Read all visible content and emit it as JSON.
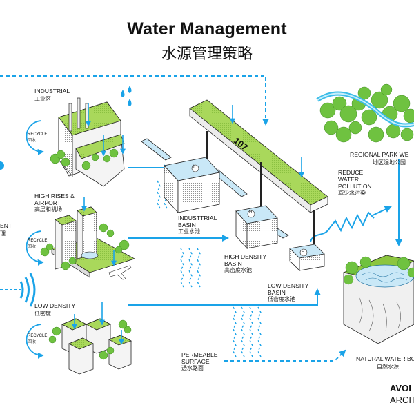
{
  "title": {
    "en": "Water Management",
    "zh": "水源管理策略"
  },
  "labels": {
    "industrial": {
      "en": "INDUSTRIAL",
      "zh": "工业区"
    },
    "highrise": {
      "en1": "HIGH RISES &",
      "en2": "AIRPORT",
      "zh": "高层和机场"
    },
    "lowdensity": {
      "en": "LOW DENSITY",
      "zh": "低密度"
    },
    "recycle": {
      "en": "RECYCLE",
      "zh": "回收"
    },
    "ind_basin": {
      "en1": "INDUSTTRIAL",
      "en2": "BASIN",
      "zh": "工业水池"
    },
    "hd_basin": {
      "en1": "HIGH DENSITY",
      "en2": "BASIN",
      "zh": "高密度水池"
    },
    "ld_basin": {
      "en1": "LOW DENSITY",
      "en2": "BASIN",
      "zh": "低密度水池"
    },
    "permeable": {
      "en1": "PERMEABLE",
      "en2": "SURFACE",
      "zh": "透水路面"
    },
    "regional": {
      "en": "REGIONAL PARK WE",
      "zh": "地区湿地公园"
    },
    "reduce": {
      "en1": "REDUCE",
      "en2": "WATER",
      "en3": "POLLUTION",
      "zh": "减少水污染"
    },
    "natural": {
      "en": "NATURAL WATER BO",
      "zh": "自然水源"
    },
    "left_cut": {
      "en": "ENT",
      "zh": "理"
    },
    "road_number": "107",
    "basin_i": "I",
    "basin_h": "H",
    "basin_l": "L"
  },
  "brand": {
    "line1": "AVOI",
    "line2": "ARCHI"
  },
  "colors": {
    "accent": "#1aa3e8",
    "green": "#8cc63f",
    "water": "#c9e8f7",
    "dark": "#222222"
  },
  "icons": [
    "recycle-arrow-icon",
    "water-drops-icon",
    "airplane-icon",
    "wifi-signal-icon",
    "tree-icon"
  ]
}
